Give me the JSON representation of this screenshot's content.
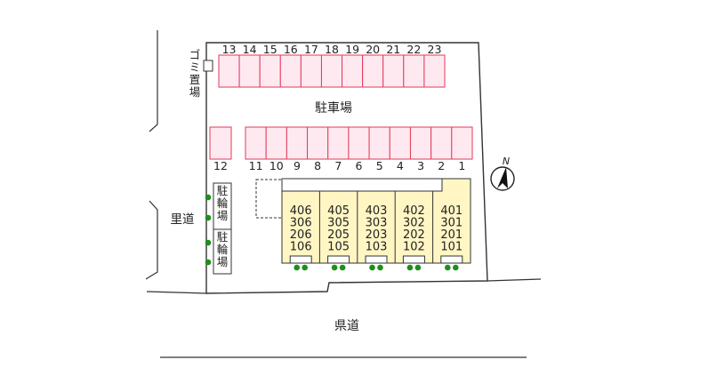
{
  "map": {
    "parking_label": "駐車場",
    "side_road_label": "里道",
    "main_road_label": "県道",
    "garbage_label": "ゴミ置場",
    "bike_parking_label": "駐輪場",
    "north_label": "N"
  },
  "parking": {
    "top_row": [
      "13",
      "14",
      "15",
      "16",
      "17",
      "18",
      "19",
      "20",
      "21",
      "22",
      "23"
    ],
    "single": "12",
    "bottom_row": [
      "11",
      "10",
      "9",
      "8",
      "7",
      "6",
      "5",
      "4",
      "3",
      "2",
      "1"
    ]
  },
  "building": {
    "columns": [
      [
        "406",
        "306",
        "206",
        "106"
      ],
      [
        "405",
        "305",
        "205",
        "105"
      ],
      [
        "403",
        "303",
        "203",
        "103"
      ],
      [
        "402",
        "302",
        "202",
        "102"
      ],
      [
        "401",
        "301",
        "201",
        "101"
      ]
    ]
  },
  "colors": {
    "parking_fill": "#ffe9f0",
    "parking_stroke": "#e23a5a",
    "building_fill": "#fff6c4",
    "tree": "#1d8f1d",
    "line": "#333333"
  }
}
